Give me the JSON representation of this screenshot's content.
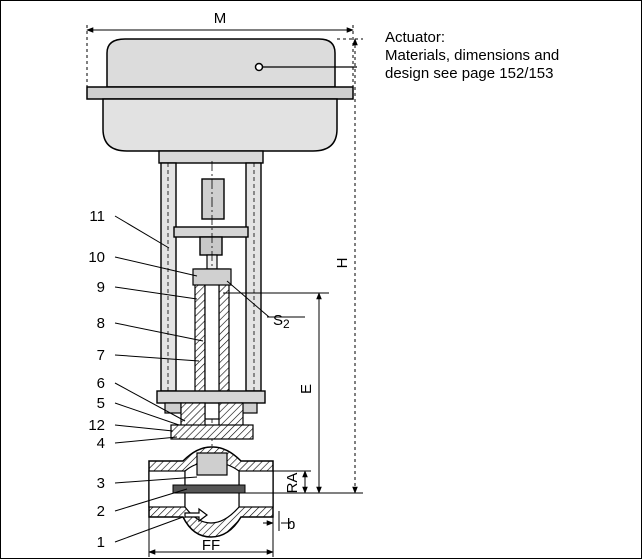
{
  "dimension_labels": {
    "M": "M",
    "H": "H",
    "E": "E",
    "RA": "RA",
    "b": "b",
    "FF": "FF",
    "S2_main": "S",
    "S2_sub": "2"
  },
  "part_numbers": [
    "11",
    "10",
    "9",
    "8",
    "7",
    "6",
    "5",
    "12",
    "4",
    "3",
    "2",
    "1"
  ],
  "actuator_note": {
    "line1": "Actuator:",
    "line2": "Materials, dimensions and",
    "line3": "design see page 152/153"
  }
}
